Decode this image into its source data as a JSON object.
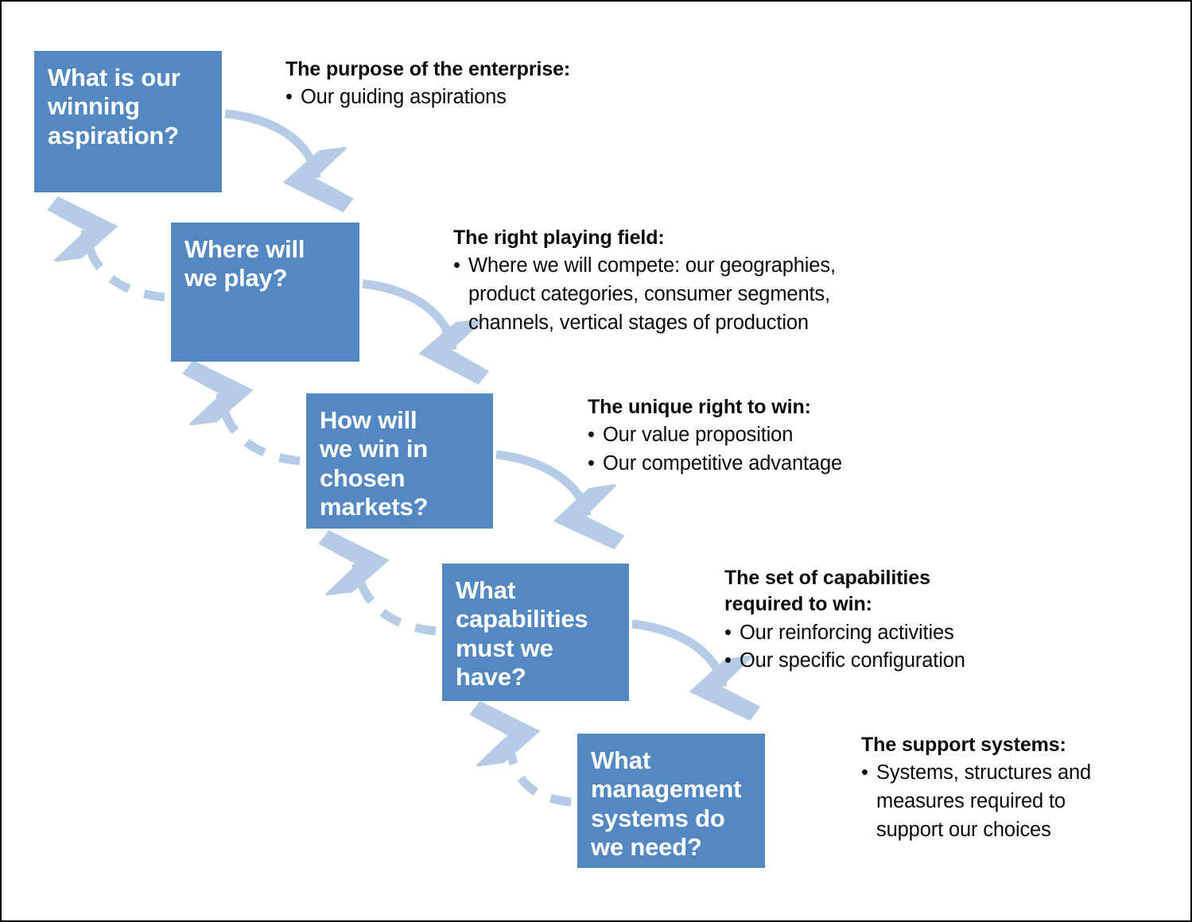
{
  "diagram": {
    "title": "Strategic Choice Cascade",
    "colors": {
      "box_fill": "#5488c2",
      "box_text": "#ffffff",
      "arrow_solid": "#b5cbe6",
      "arrow_dashed": "#b5cbe6",
      "note_text": "#0a0a0a",
      "background": "#ffffff",
      "frame": "#000000"
    },
    "steps": [
      {
        "box_label": "What is our\nwinning\naspiration?",
        "note_title": "The purpose of the enterprise:",
        "note_bullets": [
          "Our guiding aspirations"
        ]
      },
      {
        "box_label": "Where will\nwe play?",
        "note_title": "The right playing field:",
        "note_bullets": [
          "Where we will compete: our geographies, product categories, consumer segments, channels, vertical stages of production"
        ]
      },
      {
        "box_label": "How will\nwe win in\nchosen\nmarkets?",
        "note_title": "The unique right to win:",
        "note_bullets": [
          "Our value proposition",
          "Our competitive advantage"
        ]
      },
      {
        "box_label": "What\ncapabilities\nmust we have?",
        "note_title": "The set of capabilities\nrequired to win:",
        "note_bullets": [
          "Our reinforcing activities",
          "Our specific configuration"
        ]
      },
      {
        "box_label": "What\nmanagement\nsystems do\nwe need?",
        "note_title": "The support systems:",
        "note_bullets": [
          "Systems, structures and measures required to support our choices"
        ]
      }
    ]
  }
}
